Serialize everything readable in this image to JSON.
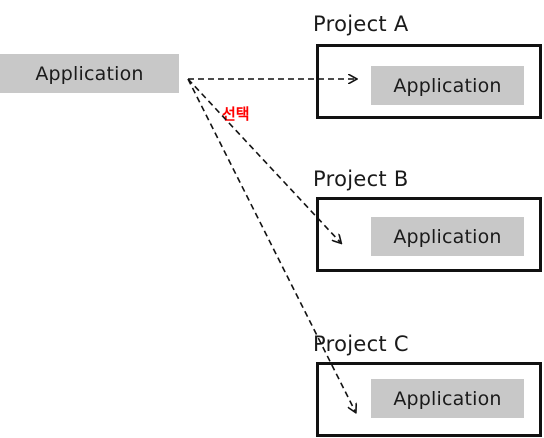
{
  "source": {
    "label": "Application"
  },
  "selection_label": "선택",
  "projects": [
    {
      "title": "Project A",
      "app_label": "Application"
    },
    {
      "title": "Project B",
      "app_label": "Application"
    },
    {
      "title": "Project C",
      "app_label": "Application"
    }
  ],
  "colors": {
    "app_box_fill": "#c8c8c8",
    "frame_border": "#111111",
    "arrow": "#111111",
    "selection_label": "#ff0000"
  }
}
